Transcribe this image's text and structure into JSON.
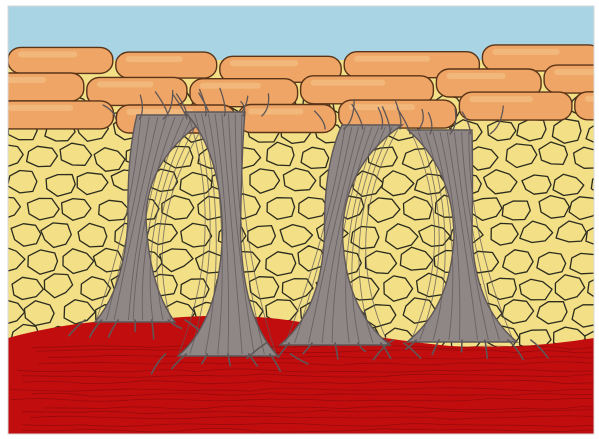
{
  "diagram": {
    "layers": [
      {
        "id": "sky",
        "color": "#a9d4e4"
      },
      {
        "id": "epidermis",
        "color": "#eea565",
        "highlight": "#f3bb80",
        "outline": "#5a3418"
      },
      {
        "id": "fat-cells",
        "color": "#f2df86",
        "outline": "#2b2b1e"
      },
      {
        "id": "muscle",
        "color": "#c20d0e",
        "fiber": "#8e0a0b"
      },
      {
        "id": "fibrous-bands",
        "color": "#8f8686",
        "dark": "#5f5757"
      }
    ],
    "band_count": 4,
    "labels": []
  }
}
